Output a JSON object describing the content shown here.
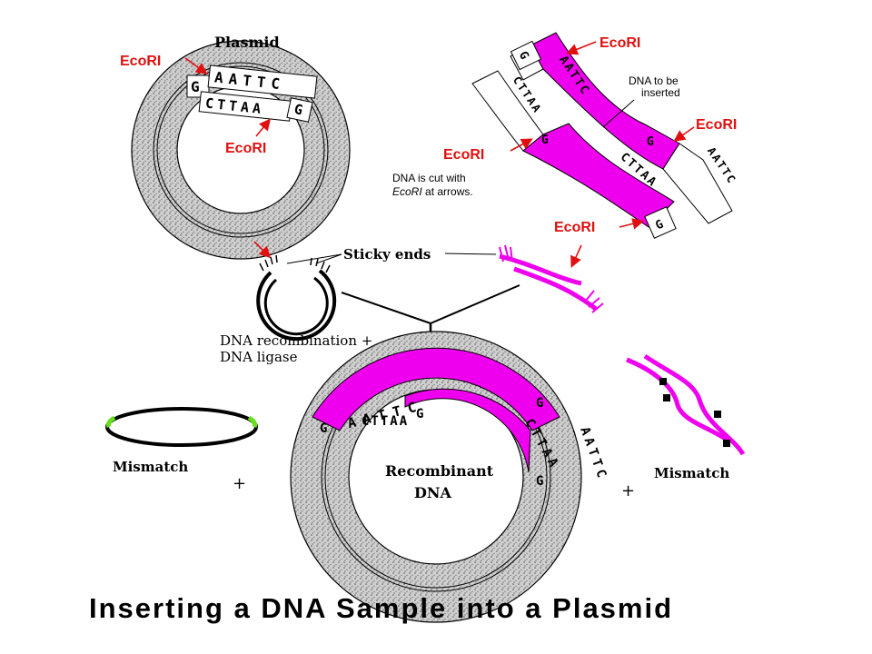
{
  "colors": {
    "enzyme_red": "#e01010",
    "insert_magenta": "#ee00ee",
    "ring_gray": "#c9c9c9",
    "mismatch_green": "#66e01a",
    "ink": "#000000"
  },
  "labels": {
    "plasmid_title": "Plasmid",
    "ecori": "EcoRI",
    "dna_to_be_inserted": "DNA to be inserted",
    "cut_note_line1": "DNA is cut with",
    "cut_note_ecori": "EcoRI",
    "cut_note_rest": " at arrows.",
    "sticky_ends": "Sticky ends",
    "recombination_line1": "DNA recombination +",
    "recombination_line2": "DNA ligase",
    "mismatch": "Mismatch",
    "plus": "+",
    "recombinant_line1": "Recombinant",
    "recombinant_line2": "DNA",
    "bottom_title": "Inserting a DNA Sample into a Plasmid"
  },
  "sequences": {
    "plasmid_top": "GAATTC",
    "plasmid_bottom": "CTTAAG",
    "insert_upper": "AATTC",
    "insert_lower": "CTTAA",
    "flank_g": "G",
    "flank_aattc": "AATTC",
    "flank_cttaa": "CTTAA"
  },
  "icons": [
    "arrow-icon",
    "plasmid-ring-icon",
    "dna-strand-icon",
    "sticky-end-icon"
  ]
}
